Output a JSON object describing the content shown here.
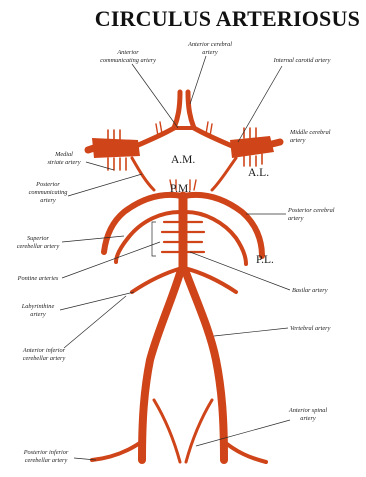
{
  "title": "CIRCULUS ARTERIOSUS",
  "colors": {
    "artery": "#cf4418",
    "text": "#111111",
    "background": "#ffffff"
  },
  "codes": {
    "am": "A.M.",
    "al": "A.L.",
    "pm": "P.M.",
    "pl": "P.L."
  },
  "labels": {
    "anterior_communicating_1": "Anterior",
    "anterior_communicating_2": "communicating artery",
    "anterior_cerebral_1": "Anterior cerebral",
    "anterior_cerebral_2": "artery",
    "internal_carotid": "Internal carotid artery",
    "middle_cerebral_1": "Middle cerebral",
    "middle_cerebral_2": "artery",
    "medial_striate_1": "Medial",
    "medial_striate_2": "striate artery",
    "posterior_communicating_1": "Posterior",
    "posterior_communicating_2": "communicating",
    "posterior_communicating_3": "artery",
    "posterior_cerebral_1": "Posterior cerebral",
    "posterior_cerebral_2": "artery",
    "superior_cerebellar_1": "Superior",
    "superior_cerebellar_2": "cerebellar artery",
    "pontine": "Pontine arteries",
    "basilar": "Basilar artery",
    "labyrinthine_1": "Labyrinthine",
    "labyrinthine_2": "artery",
    "vertebral": "Vertebral artery",
    "anterior_inferior_cerebellar_1": "Anterior inferior",
    "anterior_inferior_cerebellar_2": "cerebellar artery",
    "anterior_spinal_1": "Anterior spinal",
    "anterior_spinal_2": "artery",
    "posterior_inferior_cerebellar_1": "Posterior inferior",
    "posterior_inferior_cerebellar_2": "cerebellar artery"
  }
}
